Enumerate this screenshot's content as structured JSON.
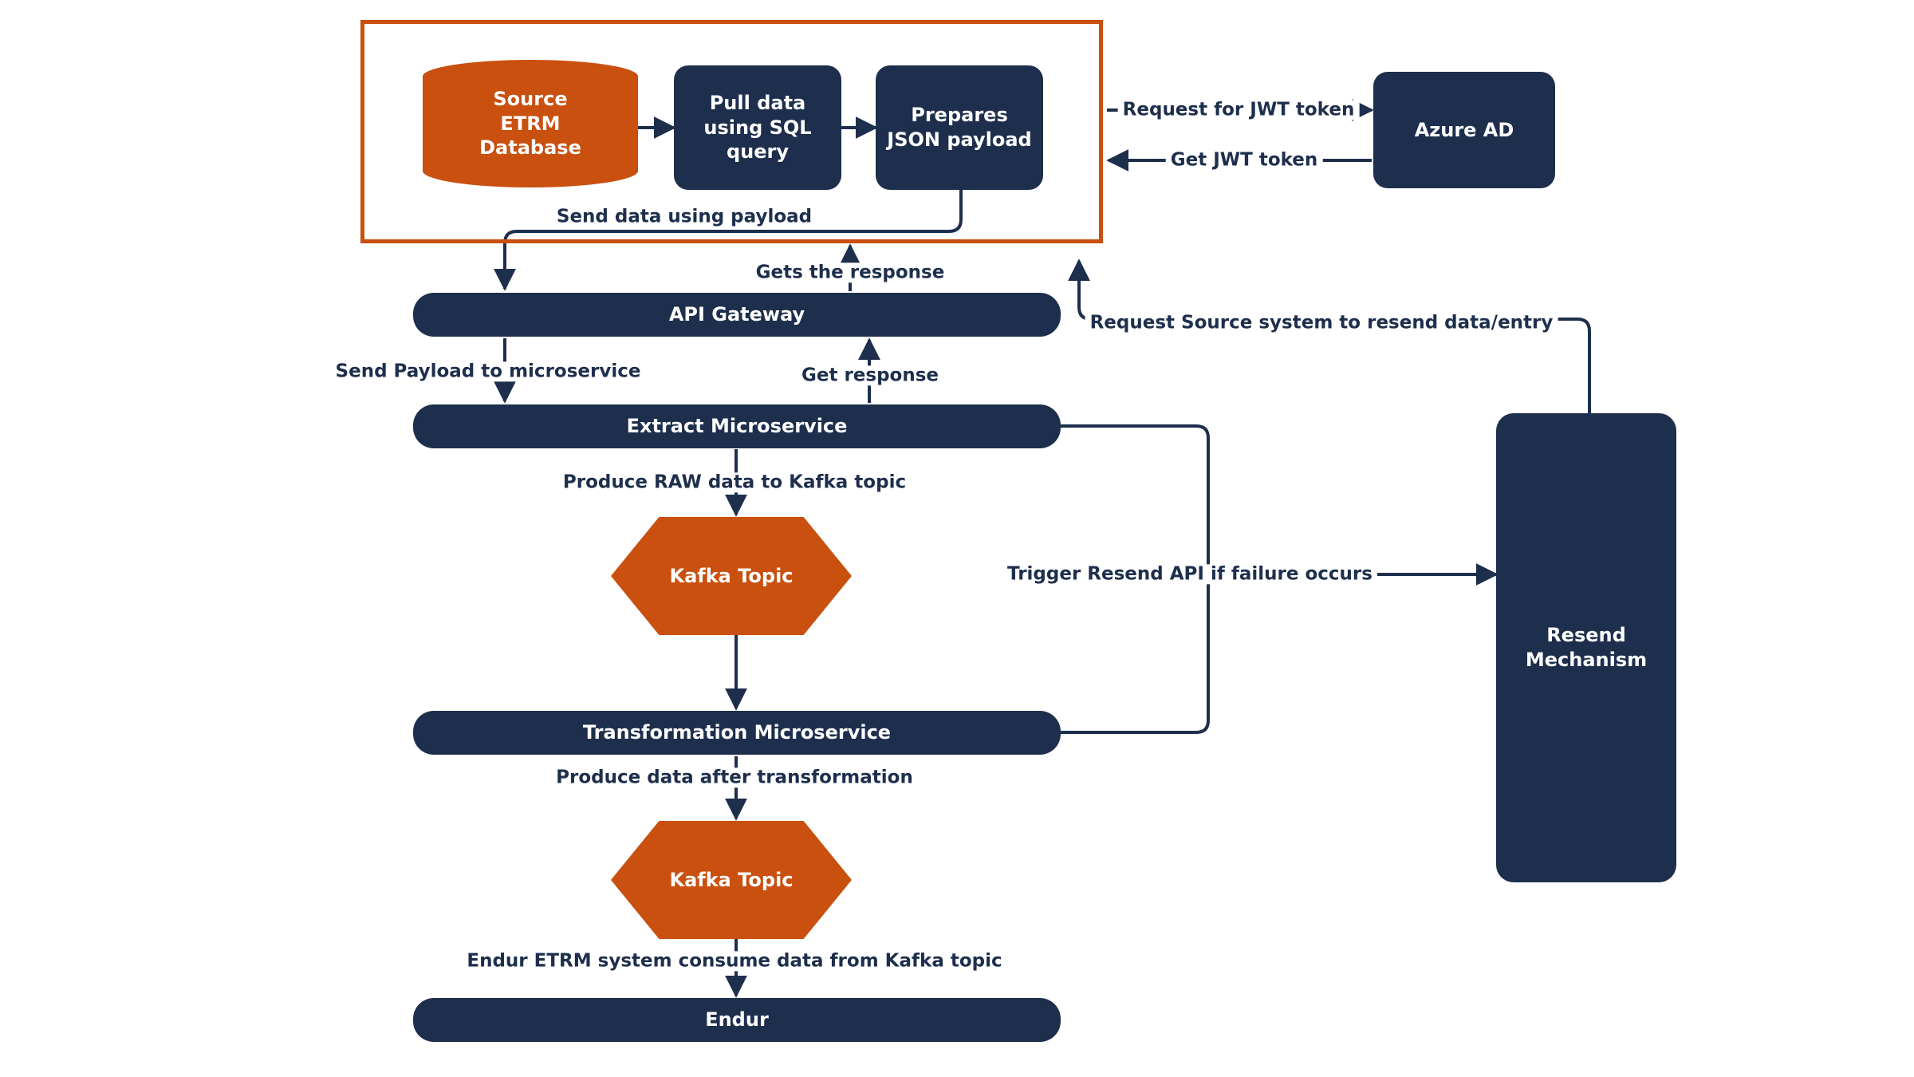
{
  "diagram": {
    "title": "ETRM Data Integration Pipeline",
    "colors": {
      "navy": "#1e2f4d",
      "orange": "#c9500f",
      "background": "#ffffff",
      "edge": "#1e2f4d",
      "text_on_fill": "#ffffff"
    }
  },
  "group": {
    "name": "source-system-group",
    "label": ""
  },
  "nodes": {
    "source_db": {
      "label": "Source\nETRM\nDatabase",
      "shape": "cylinder",
      "fill": "orange"
    },
    "pull_data": {
      "label": "Pull data\nusing SQL\nquery",
      "shape": "rounded-rect",
      "fill": "navy"
    },
    "prepares_payload": {
      "label": "Prepares\nJSON payload",
      "shape": "rounded-rect",
      "fill": "navy"
    },
    "azure_ad": {
      "label": "Azure AD",
      "shape": "rounded-rect",
      "fill": "navy"
    },
    "api_gateway": {
      "label": "API Gateway",
      "shape": "pill",
      "fill": "navy"
    },
    "extract_microservice": {
      "label": "Extract Microservice",
      "shape": "pill",
      "fill": "navy"
    },
    "kafka_topic_raw": {
      "label": "Kafka Topic",
      "shape": "hexagon",
      "fill": "orange"
    },
    "transformation_microservice": {
      "label": "Transformation Microservice",
      "shape": "pill",
      "fill": "navy"
    },
    "kafka_topic_transformed": {
      "label": "Kafka Topic",
      "shape": "hexagon",
      "fill": "orange"
    },
    "endur": {
      "label": "Endur",
      "shape": "pill",
      "fill": "navy"
    },
    "resend_mechanism": {
      "label": "Resend\nMechanism",
      "shape": "rounded-rect",
      "fill": "navy"
    }
  },
  "edges": [
    {
      "id": "db-to-pull",
      "label": "",
      "from": "source_db",
      "to": "pull_data"
    },
    {
      "id": "pull-to-prepare",
      "label": "",
      "from": "pull_data",
      "to": "prepares_payload"
    },
    {
      "id": "request-jwt",
      "label": "Request for JWT token",
      "from": "source-group",
      "to": "azure_ad"
    },
    {
      "id": "get-jwt",
      "label": "Get JWT token",
      "from": "azure_ad",
      "to": "source-group"
    },
    {
      "id": "send-data",
      "label": "Send data using payload",
      "from": "prepares_payload",
      "to": "api_gateway"
    },
    {
      "id": "gets-response",
      "label": "Gets the response",
      "from": "api_gateway",
      "to": "prepares_payload"
    },
    {
      "id": "send-payload-micro",
      "label": "Send Payload to microservice",
      "from": "api_gateway",
      "to": "extract_microservice"
    },
    {
      "id": "get-response",
      "label": "Get response",
      "from": "extract_microservice",
      "to": "api_gateway"
    },
    {
      "id": "produce-raw",
      "label": "Produce RAW data to Kafka topic",
      "from": "extract_microservice",
      "to": "kafka_topic_raw"
    },
    {
      "id": "kafka-to-transform",
      "label": "",
      "from": "kafka_topic_raw",
      "to": "transformation_microservice"
    },
    {
      "id": "produce-transformed",
      "label": "Produce data after transformation",
      "from": "transformation_microservice",
      "to": "kafka_topic_transformed"
    },
    {
      "id": "consume-endur",
      "label": "Endur ETRM system consume data from Kafka topic",
      "from": "kafka_topic_transformed",
      "to": "endur"
    },
    {
      "id": "trigger-resend",
      "label": "Trigger Resend API if failure occurs",
      "from": "extract_microservice,transformation_microservice",
      "to": "resend_mechanism"
    },
    {
      "id": "request-resend",
      "label": "Request Source system to resend data/entry",
      "from": "resend_mechanism",
      "to": "source-group"
    }
  ]
}
